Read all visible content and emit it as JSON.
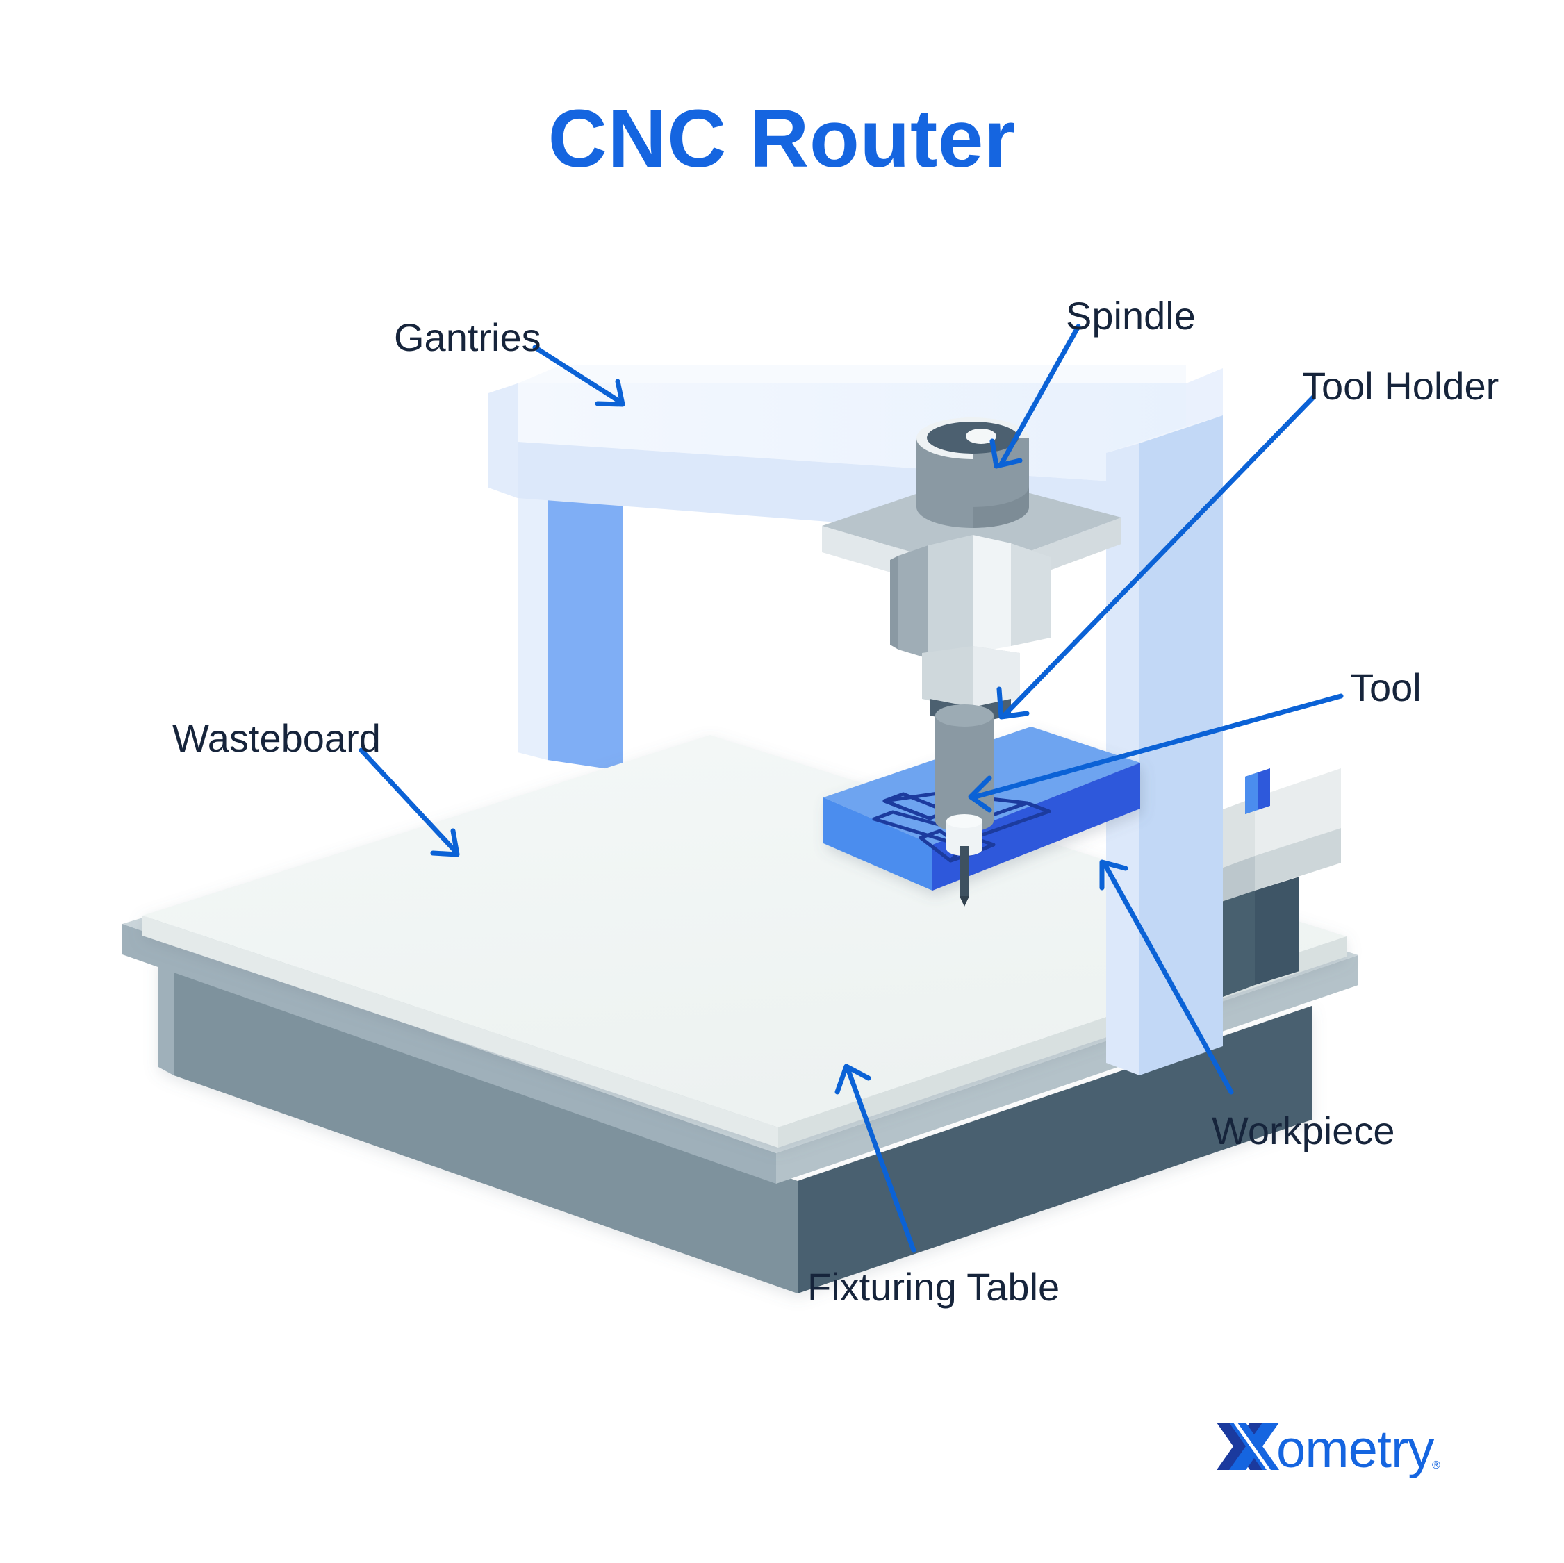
{
  "page": {
    "title": "CNC Router",
    "background": "#ffffff",
    "title_color": "#1565E0",
    "label_color": "#16243B",
    "leader_color": "#0B62D6"
  },
  "labels": [
    {
      "id": "gantries",
      "text": "Gantries",
      "target": "top-gantry-beam"
    },
    {
      "id": "spindle",
      "text": "Spindle",
      "target": "spindle-motor"
    },
    {
      "id": "tool_holder",
      "text": "Tool Holder",
      "target": "tool-holder-collet"
    },
    {
      "id": "tool",
      "text": "Tool",
      "target": "cutting-tool-bit"
    },
    {
      "id": "wasteboard",
      "text": "Wasteboard",
      "target": "wasteboard-surface"
    },
    {
      "id": "workpiece",
      "text": "Workpiece",
      "target": "workpiece-block"
    },
    {
      "id": "fixturing",
      "text": "Fixturing Table",
      "target": "fixturing-table-base"
    }
  ],
  "logo": {
    "wordmark": "ometry",
    "mark": "X",
    "registered": "®",
    "color_primary": "#1565E0",
    "color_dark": "#1B3A9E"
  },
  "palette": {
    "gantry_top": "#EEF4FD",
    "gantry_front": "#DCE8FA",
    "gantry_side": "#C2D8F6",
    "gantry_inner_blue": "#7FAEF5",
    "wasteboard_top": "#F1F5F4",
    "wasteboard_edge": "#E4EAEA",
    "table_light": "#9FB0BA",
    "table_dark": "#48606F",
    "table_mid": "#7E929D",
    "workpiece_top": "#6EA4F0",
    "workpiece_front": "#4B8DEE",
    "workpiece_side": "#2E59DB",
    "spindle_body": "#8A99A3",
    "spindle_dark": "#7D8C96",
    "spindle_cap": "#4C6070",
    "mount_plate": "#B8C4CB",
    "mount_plate_edge": "#E2E8EB",
    "holder_light": "#E9EEF1",
    "holder_mid": "#CBD5DA",
    "holder_gray": "#8D9BA5",
    "tool_bit": "#3E5160",
    "engrave_line": "#1B3A9E"
  }
}
